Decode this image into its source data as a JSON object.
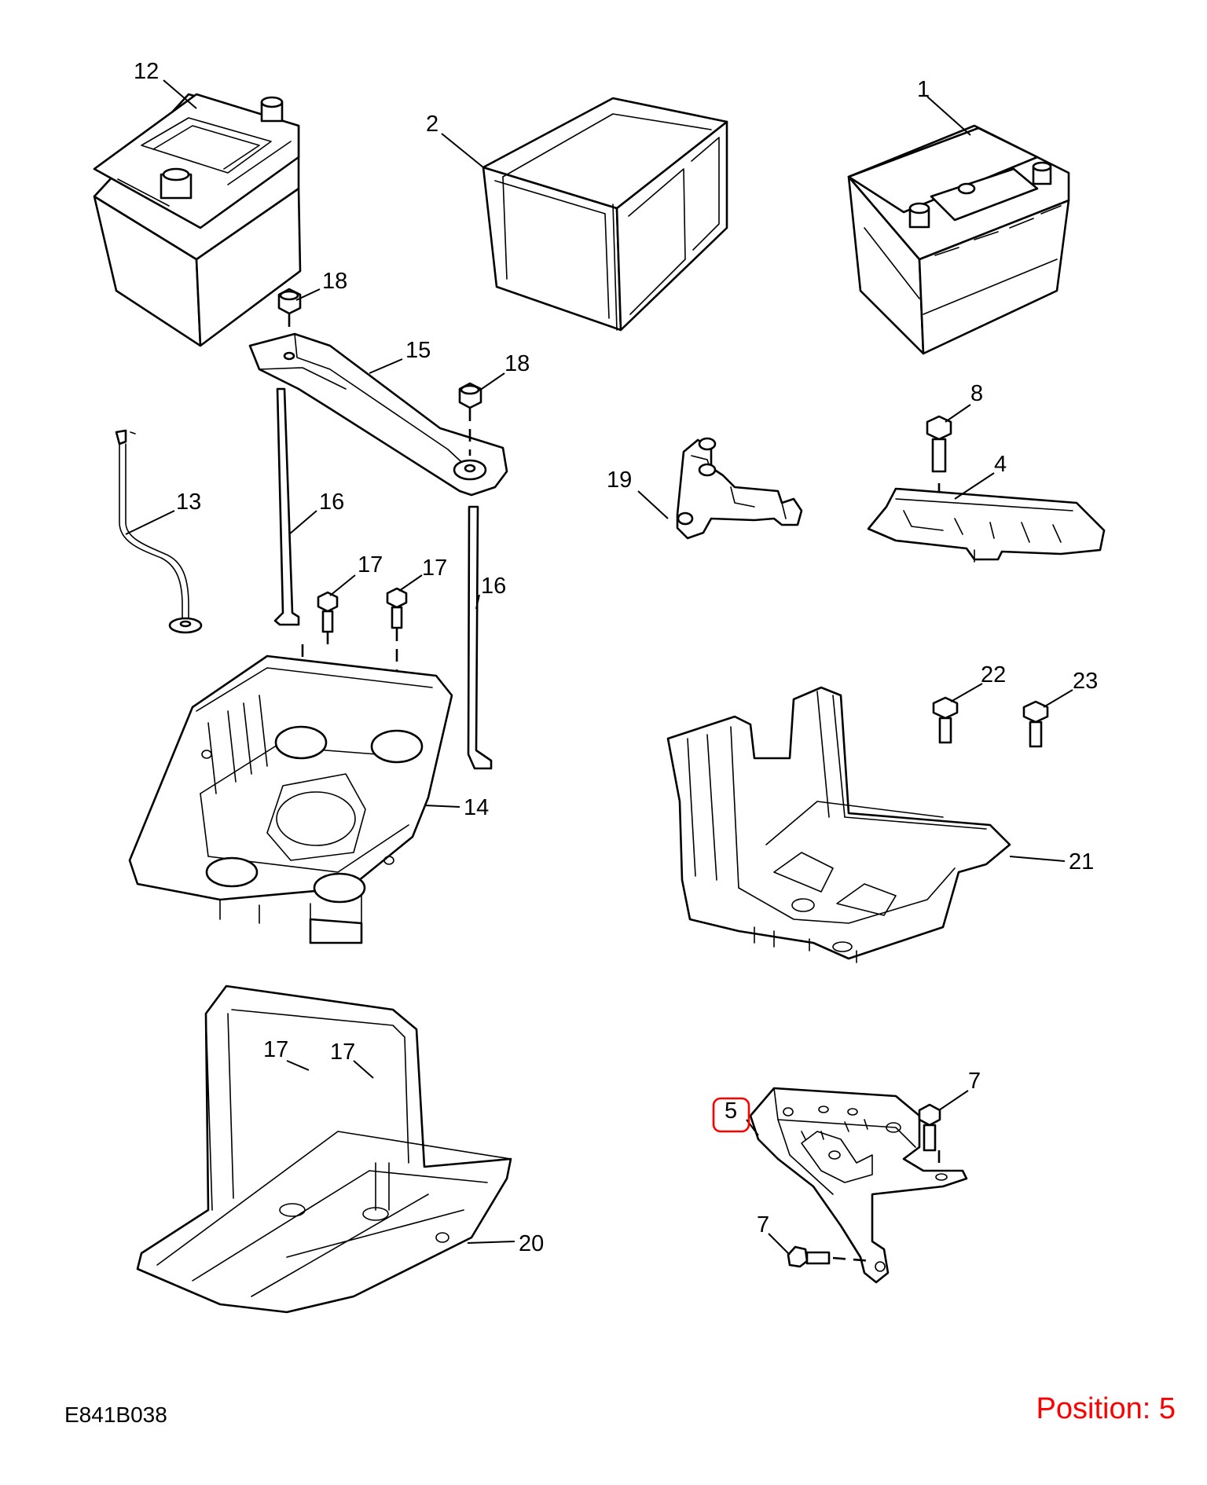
{
  "diagram_id": "E841B038",
  "position_label": "Position: 5",
  "highlight_color": "#ff0000",
  "callouts": {
    "c1": "1",
    "c2": "2",
    "c4": "4",
    "c5": "5",
    "c7a": "7",
    "c7b": "7",
    "c8": "8",
    "c12": "12",
    "c13": "13",
    "c14": "14",
    "c15": "15",
    "c16a": "16",
    "c16b": "16",
    "c17a": "17",
    "c17b": "17",
    "c17c": "17",
    "c17d": "17",
    "c18a": "18",
    "c18b": "18",
    "c19": "19",
    "c20": "20",
    "c21": "21",
    "c22": "22",
    "c23": "23"
  },
  "highlighted_callout": "5"
}
